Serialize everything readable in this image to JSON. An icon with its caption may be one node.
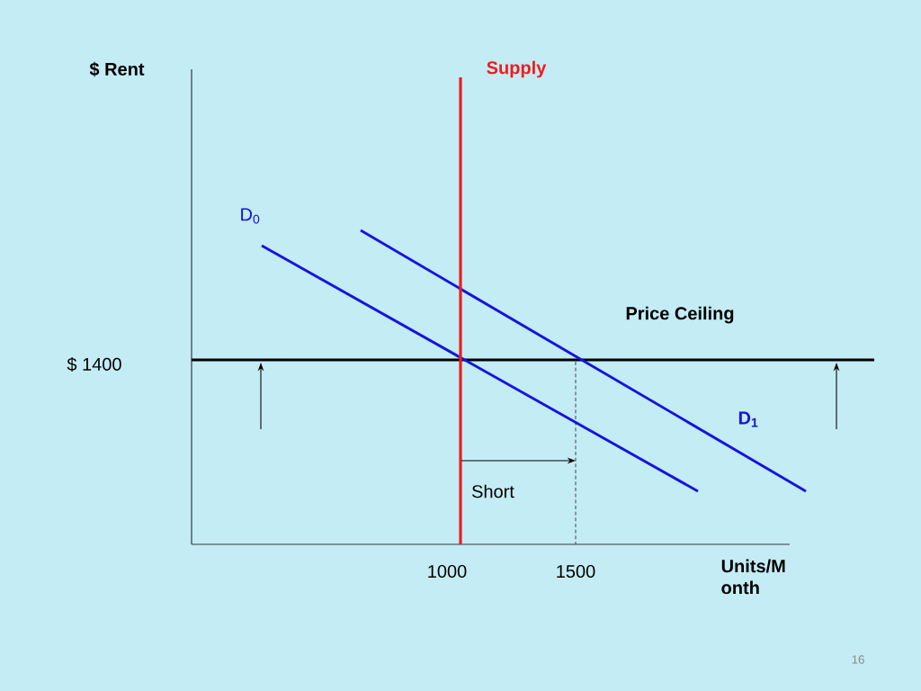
{
  "diagram": {
    "labels": [
      "$ Rent",
      "Supply",
      "D$_{0}$",
      "Price Ceiling",
      "$ 1400",
      "D$_{1}$",
      "Short",
      "1000",
      "1500",
      "Units/M onth",
      "16"
    ]
  }
}
